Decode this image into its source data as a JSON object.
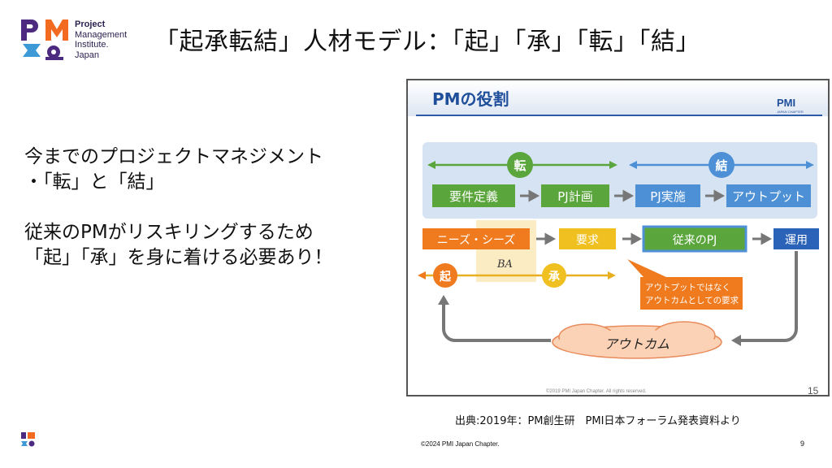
{
  "logo": {
    "org_line1": "Project",
    "org_line2": "Management",
    "org_line3": "Institute.",
    "org_line4": "Japan"
  },
  "title": "「起承転結」人材モデル：「起」「承」「転」「結」",
  "body": {
    "line1": "今までのプロジェクトマネジメント",
    "line2": "・「転」と「結」",
    "line3": "従来のPMがリスキリングするため",
    "line4": "「起」「承」を身に着ける必要あり！"
  },
  "slide": {
    "title": "PMの役割",
    "chapter_logo": "PMI",
    "chapter_sub": "JAPAN CHAPTER",
    "circle_ten": "転",
    "circle_ketsu": "結",
    "circle_ki": "起",
    "circle_sho": "承",
    "box_requirements_def": "要件定義",
    "box_pj_plan": "PJ計画",
    "box_pj_exec": "PJ実施",
    "box_output": "アウトプット",
    "box_needs_seeds": "ニーズ・シーズ",
    "box_request": "要求",
    "box_conventional_pj": "従来のPJ",
    "box_operation": "運用",
    "ba_label": "BA",
    "callout_line1": "アウトプットではなく",
    "callout_line2": "アウトカムとしての要求",
    "outcome_cloud": "アウトカム",
    "slide_copyright": "©2019 PMI Japan Chapter.  All rights reserved.",
    "slide_number": "15"
  },
  "source": "出典:2019年：PM創生研　PMI日本フォーラム発表資料より",
  "footer": {
    "copyright": "©2024 PMI Japan Chapter.",
    "page_number": "9"
  },
  "colors": {
    "pmi_purple": "#4b2a7f",
    "pmi_orange": "#f26b21",
    "green": "#5aa63c",
    "blue": "#4d90d6",
    "orange": "#f07a1e",
    "yellow": "#f0c020",
    "title_blue": "#1f4e9a"
  }
}
